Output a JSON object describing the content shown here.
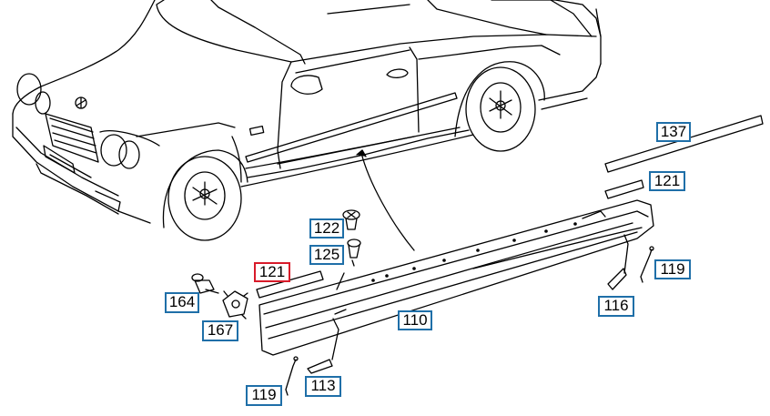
{
  "colors": {
    "callout_border": "#1f6fa8",
    "selected_border": "#d81b2a",
    "line": "#000000"
  },
  "callouts": [
    {
      "id": "c-137",
      "label": "137"
    },
    {
      "id": "c-121a",
      "label": "121"
    },
    {
      "id": "c-122",
      "label": "122"
    },
    {
      "id": "c-125",
      "label": "125"
    },
    {
      "id": "c-121b",
      "label": "121",
      "selected": true
    },
    {
      "id": "c-119a",
      "label": "119"
    },
    {
      "id": "c-164",
      "label": "164"
    },
    {
      "id": "c-116",
      "label": "116"
    },
    {
      "id": "c-110",
      "label": "110"
    },
    {
      "id": "c-167",
      "label": "167"
    },
    {
      "id": "c-113",
      "label": "113"
    },
    {
      "id": "c-119b",
      "label": "119"
    }
  ]
}
